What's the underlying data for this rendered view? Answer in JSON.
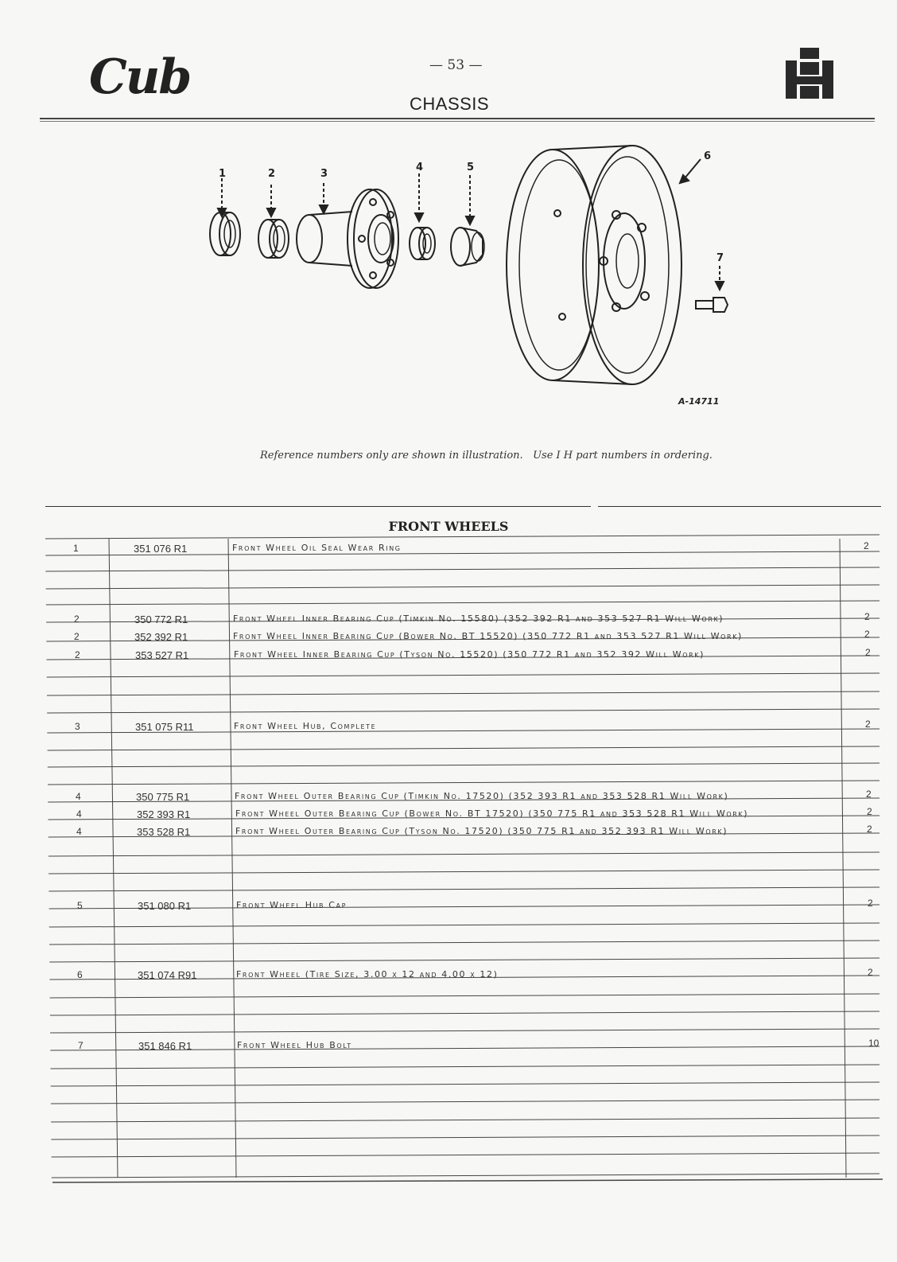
{
  "header": {
    "logo_text": "Cub",
    "page_number": "— 53 —",
    "section_title": "CHASSIS"
  },
  "illustration": {
    "callouts": [
      "1",
      "2",
      "3",
      "4",
      "5",
      "6",
      "7"
    ],
    "figure_id": "A-14711",
    "note": "Reference numbers only are shown in illustration.   Use I H part numbers in ordering."
  },
  "table": {
    "title": "FRONT WHEELS",
    "rows": [
      {
        "ref": "1",
        "part": "351 076 R1",
        "desc": "Front Wheel Oil Seal Wear Ring",
        "qty": "2"
      },
      {
        "ref": "2",
        "part": "350 772 R1",
        "desc": "Front Wheel Inner Bearing Cup (Timkin No. 15580) (352 392 R1 and 353 527 R1 Will Work)",
        "qty": "2"
      },
      {
        "ref": "2",
        "part": "352 392 R1",
        "desc": "Front Wheel Inner Bearing Cup (Bower No. BT 15520) (350 772 R1 and 353 527 R1 Will Work)",
        "qty": "2"
      },
      {
        "ref": "2",
        "part": "353 527 R1",
        "desc": "Front Wheel Inner Bearing Cup (Tyson No. 15520) (350 772 R1 and 352 392 Will Work)",
        "qty": "2"
      },
      {
        "ref": "3",
        "part": "351 075 R11",
        "desc": "Front Wheel Hub, Complete",
        "qty": "2"
      },
      {
        "ref": "4",
        "part": "350 775 R1",
        "desc": "Front Wheel Outer Bearing Cup (Timkin No. 17520) (352 393 R1 and 353 528 R1 Will Work)",
        "qty": "2"
      },
      {
        "ref": "4",
        "part": "352 393 R1",
        "desc": "Front Wheel Outer Bearing Cup (Bower No. BT 17520) (350 775 R1 and 353 528 R1 Will Work)",
        "qty": "2"
      },
      {
        "ref": "4",
        "part": "353 528 R1",
        "desc": "Front Wheel Outer Bearing Cup (Tyson No. 17520) (350 775 R1 and 352 393 R1 Will Work)",
        "qty": "2"
      },
      {
        "ref": "5",
        "part": "351 080 R1",
        "desc": "Front Wheel Hub Cap",
        "qty": "2"
      },
      {
        "ref": "6",
        "part": "351 074 R91",
        "desc": "Front Wheel (Tire Size, 3.00 x 12 and 4.00 x 12)",
        "qty": "2"
      },
      {
        "ref": "7",
        "part": "351 846 R1",
        "desc": "Front Wheel Hub Bolt",
        "qty": "10"
      }
    ]
  }
}
